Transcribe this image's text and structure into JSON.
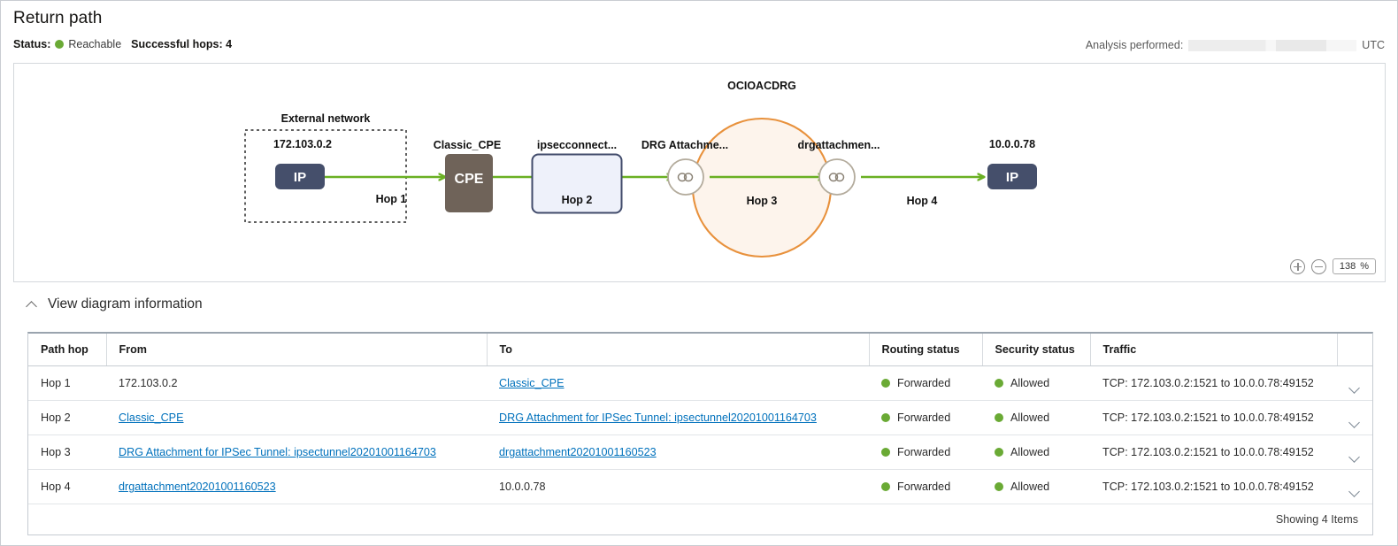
{
  "header": {
    "title": "Return path",
    "status_label": "Status:",
    "status_value": "Reachable",
    "status_color": "#6aaa35",
    "hops_label": "Successful hops: 4",
    "analysis_label": "Analysis performed:",
    "analysis_timezone": "UTC"
  },
  "diagram": {
    "zoom": {
      "plus_icon": "plus-circle-icon",
      "minus_icon": "minus-circle-icon",
      "level": "138",
      "unit": "%"
    },
    "groups": [
      {
        "name": "External network",
        "style": "dashed-rectangle"
      },
      {
        "name": "OCIOACDRG",
        "style": "orange-circle"
      }
    ],
    "nodes": [
      {
        "id": "src-ip",
        "title": "172.103.0.2",
        "badge": "IP",
        "icon": "ip-badge-icon",
        "color": "#454f6b"
      },
      {
        "id": "cpe",
        "title": "Classic_CPE",
        "badge": "CPE",
        "icon": "cpe-box-icon",
        "color": "#6f6359"
      },
      {
        "id": "ipsec",
        "title": "ipsecconnect...",
        "badge": "",
        "icon": "ipsec-connection-icon",
        "color": "#eef1fa"
      },
      {
        "id": "drg-att-1",
        "title": "DRG Attachme...",
        "badge": "",
        "icon": "chain-link-icon",
        "color": "#ffffff"
      },
      {
        "id": "drg-att-2",
        "title": "drgattachmen...",
        "badge": "",
        "icon": "chain-link-icon",
        "color": "#ffffff"
      },
      {
        "id": "dst-ip",
        "title": "10.0.0.78",
        "badge": "IP",
        "icon": "ip-badge-icon",
        "color": "#454f6b"
      }
    ],
    "hop_labels": [
      "Hop 1",
      "Hop 2",
      "Hop 3",
      "Hop 4"
    ],
    "edge_color": "#6ab023"
  },
  "accordion": {
    "icon": "chevron-up-icon",
    "label": "View diagram information"
  },
  "table": {
    "columns": [
      "Path hop",
      "From",
      "To",
      "Routing status",
      "Security status",
      "Traffic"
    ],
    "rows": [
      {
        "hop": "Hop 1",
        "from": "172.103.0.2",
        "from_link": false,
        "to": "Classic_CPE",
        "to_link": true,
        "routing_status": "Forwarded",
        "security_status": "Allowed",
        "traffic": "TCP: 172.103.0.2:1521 to 10.0.0.78:49152"
      },
      {
        "hop": "Hop 2",
        "from": "Classic_CPE",
        "from_link": true,
        "to": "DRG Attachment for IPSec Tunnel: ipsectunnel20201001164703",
        "to_link": true,
        "routing_status": "Forwarded",
        "security_status": "Allowed",
        "traffic": "TCP: 172.103.0.2:1521 to 10.0.0.78:49152"
      },
      {
        "hop": "Hop 3",
        "from": "DRG Attachment for IPSec Tunnel: ipsectunnel20201001164703",
        "from_link": true,
        "to": "drgattachment20201001160523",
        "to_link": true,
        "routing_status": "Forwarded",
        "security_status": "Allowed",
        "traffic": "TCP: 172.103.0.2:1521 to 10.0.0.78:49152"
      },
      {
        "hop": "Hop 4",
        "from": "drgattachment20201001160523",
        "from_link": true,
        "to": "10.0.0.78",
        "to_link": false,
        "routing_status": "Forwarded",
        "security_status": "Allowed",
        "traffic": "TCP: 172.103.0.2:1521 to 10.0.0.78:49152"
      }
    ],
    "status_color": "#5faa1e",
    "footer": "Showing 4 Items",
    "expand_icon": "chevron-down-icon"
  }
}
